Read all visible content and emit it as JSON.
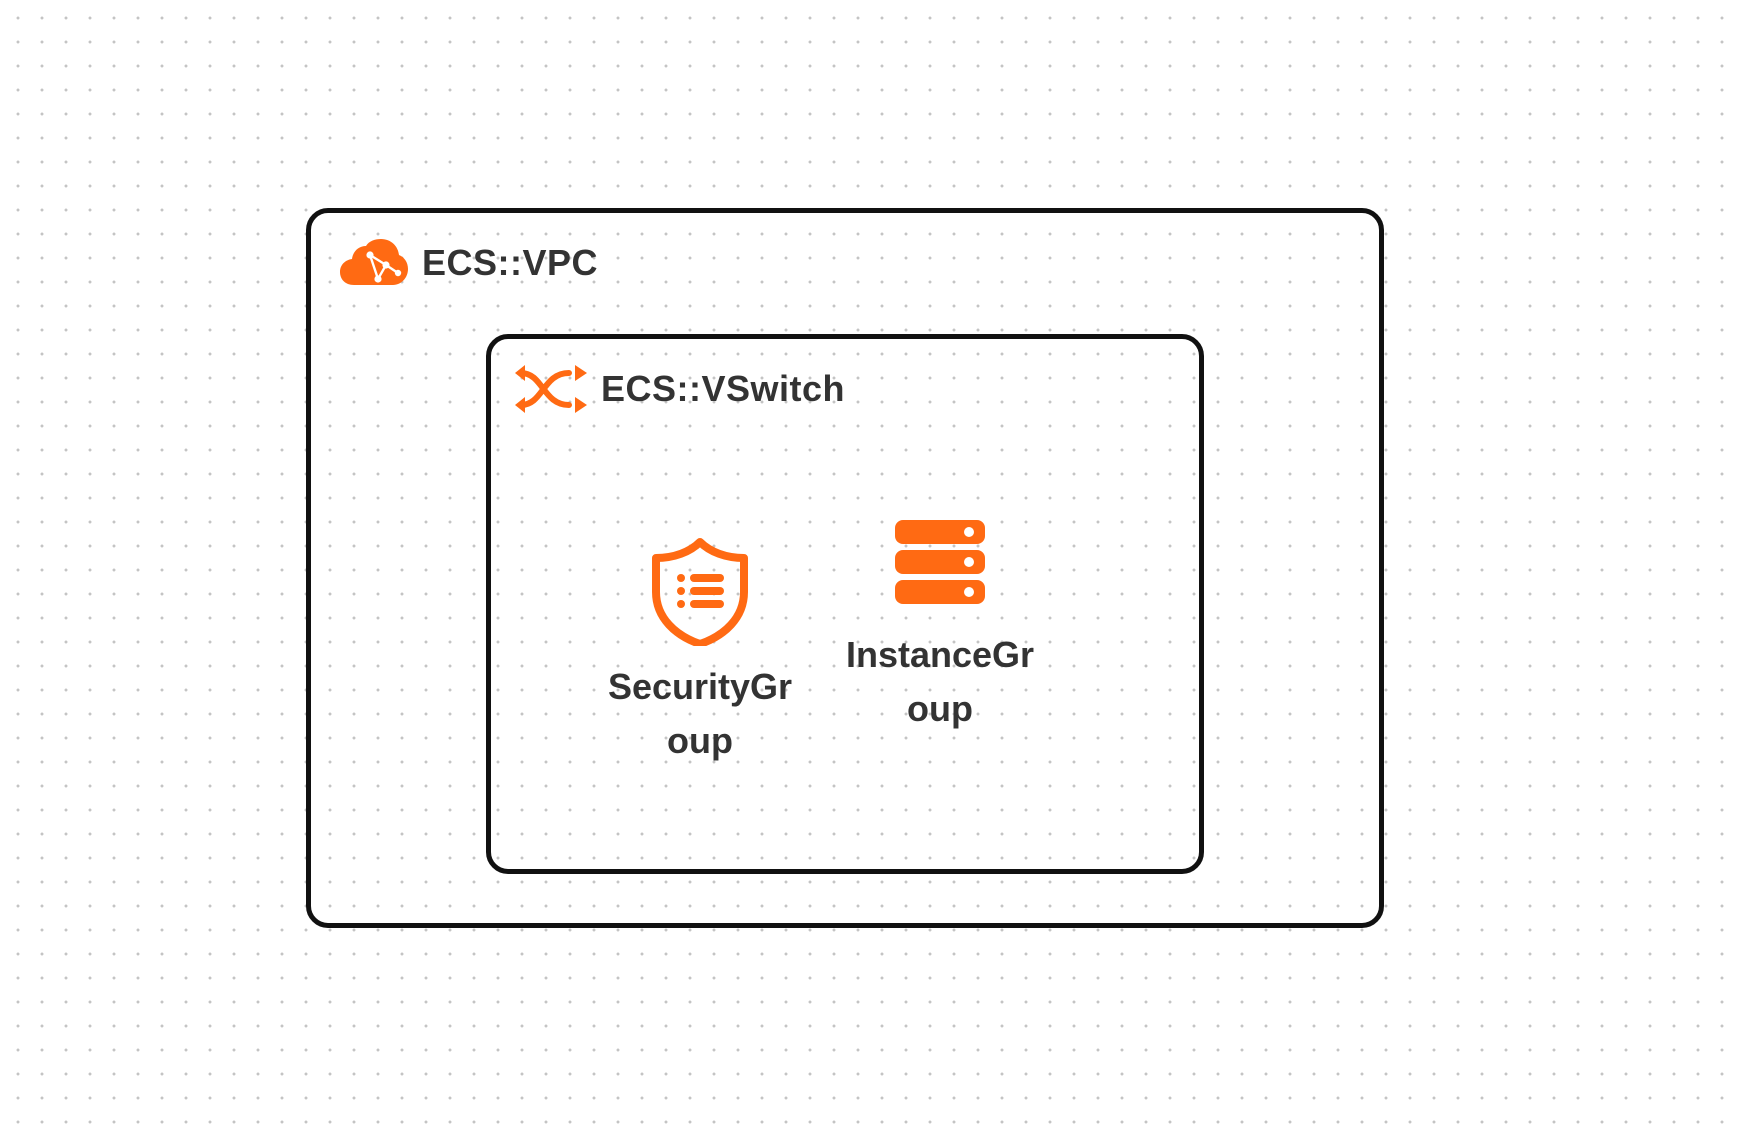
{
  "diagram": {
    "accent_color": "#FF6A13",
    "border_color": "#111111",
    "text_color": "#333333",
    "groups": {
      "vpc": {
        "title": "ECS::VPC",
        "icon": "cloud-network-icon"
      },
      "vswitch": {
        "title": "ECS::VSwitch",
        "icon": "switch-arrows-icon"
      }
    },
    "nodes": {
      "security_group": {
        "label": "SecurityGroup",
        "icon": "shield-list-icon"
      },
      "instance_group": {
        "label": "InstanceGroup",
        "icon": "server-stack-icon"
      }
    }
  }
}
